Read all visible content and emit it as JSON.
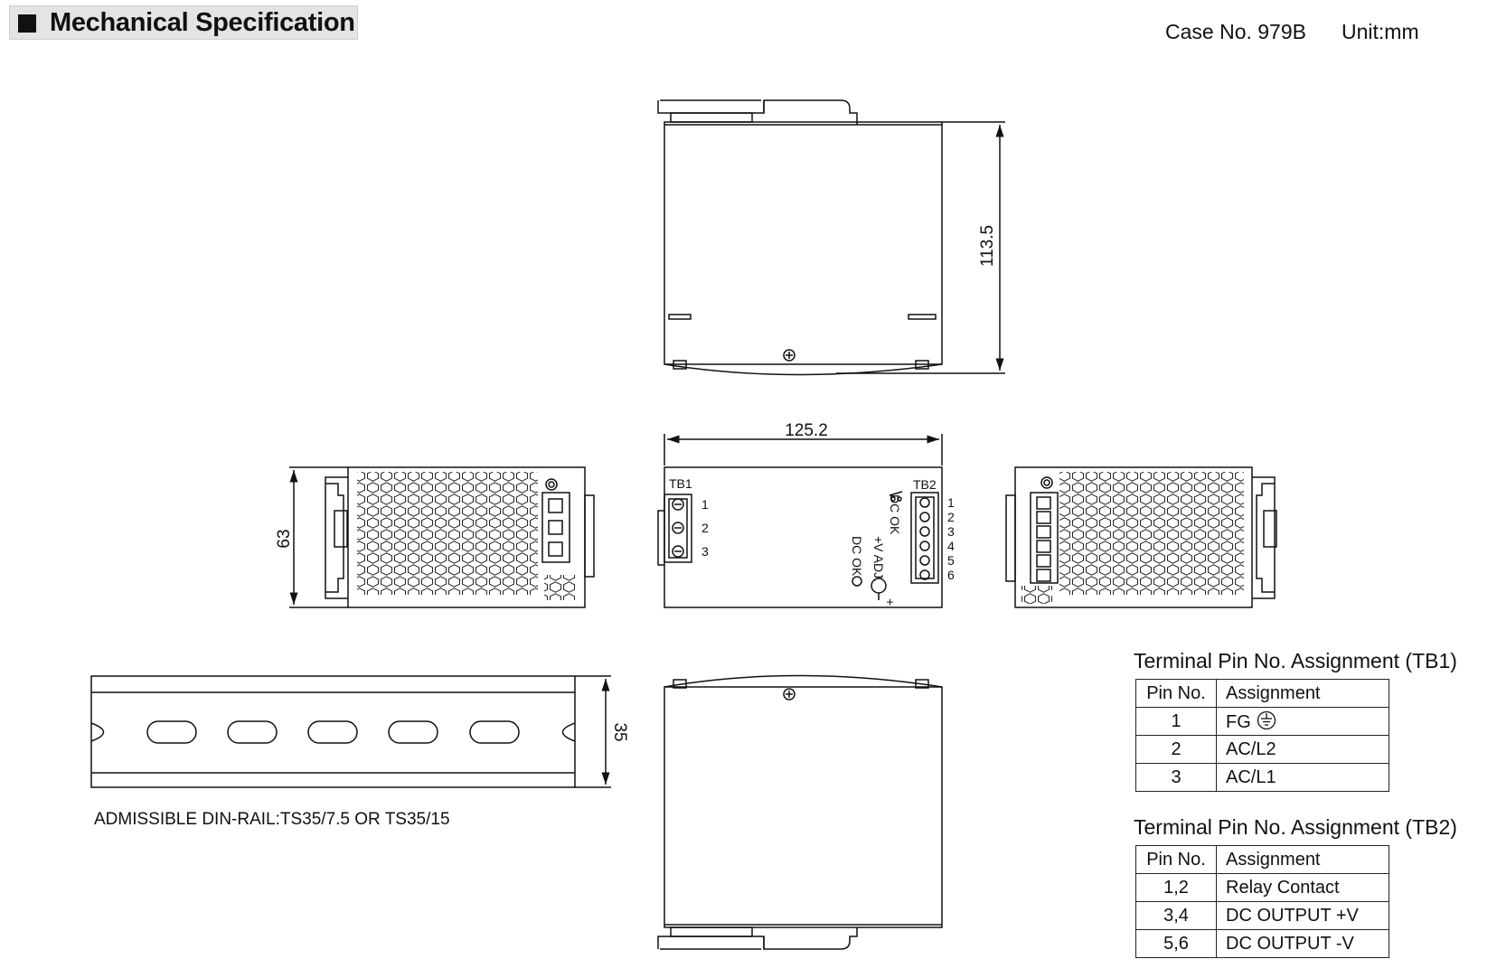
{
  "header": {
    "title": "Mechanical Specification"
  },
  "case": {
    "label": "Case No. 979B",
    "unit": "Unit:mm"
  },
  "dimensions": {
    "height": "113.5",
    "width": "125.2",
    "depth": "63",
    "rail_height": "35"
  },
  "front_labels": {
    "tb1": "TB1",
    "tb2": "TB2",
    "tb1_pins": [
      "1",
      "2",
      "3"
    ],
    "tb2_pins": [
      "1",
      "2",
      "3",
      "4",
      "5",
      "6"
    ],
    "dc_ok_relay": "DC OK",
    "vadj": "+V ADJ.",
    "dc_ok_led": "DC OK",
    "plus": "+"
  },
  "rail_note": "ADMISSIBLE DIN-RAIL:TS35/7.5 OR TS35/15",
  "tb1_table": {
    "title": "Terminal Pin No.  Assignment (TB1)",
    "headers": [
      "Pin No.",
      "Assignment"
    ],
    "rows": [
      {
        "pin": "1",
        "assignment": "FG"
      },
      {
        "pin": "2",
        "assignment": "AC/L2"
      },
      {
        "pin": "3",
        "assignment": "AC/L1"
      }
    ]
  },
  "tb2_table": {
    "title": "Terminal Pin No.  Assignment (TB2)",
    "headers": [
      "Pin No.",
      "Assignment"
    ],
    "rows": [
      {
        "pin": "1,2",
        "assignment": "Relay Contact"
      },
      {
        "pin": "3,4",
        "assignment": "DC OUTPUT +V"
      },
      {
        "pin": "5,6",
        "assignment": "DC OUTPUT -V"
      }
    ]
  },
  "icons": {
    "fg": "ground-symbol-icon",
    "screw": "screw-icon"
  }
}
